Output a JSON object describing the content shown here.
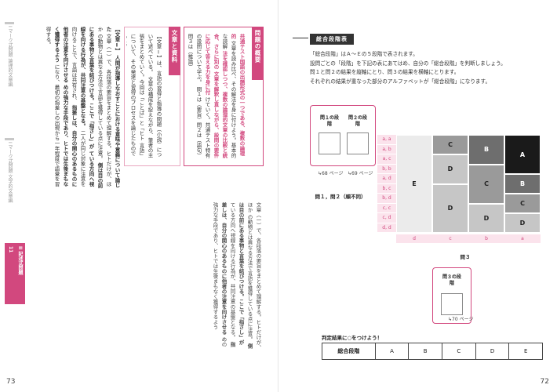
{
  "left_page": {
    "page_number": "73",
    "side_tabs": [
      "I マーク式問題 論理的文章編",
      "I マーク式問題 文学的文章編",
      "II 記述式問題",
      "11"
    ],
    "outline_box": {
      "title": "問題の概要",
      "lines": [
        "共通テスト国語の出題形式の一つである、複数の論理的",
        "文章を読み比べ、その解法を身に付けよう。基本的な読解",
        "法を確認しつつ、複数の論理的文章の比較と統合、さらに別の",
        "文章を解釈し直しながら、設問の要件に応じて答える力を身に付",
        "けていく。共通テスト特有の設問について学ぶ。",
        "問１は（要旨）問２は（語句）問３は（推論）"
      ]
    },
    "material_box": {
      "title": "文章と資料",
      "lines": [
        "【文章Ⅰ】は、言語の習得と指導の問題（小説）について述べている。",
        "文章の構成を捉えながら、筆者の主張をまとめていく。今回は「ことば」と「ヒト",
        "言語」について、その発達と習得のプロセスを論じたものである。"
      ]
    },
    "body_lines": [
      "【文章Ⅰ】",
      "人間が指導しなおすことにおける意味や意義について論じた",
      "文章（一）で、各段落の要旨をまとめて理解する。ヒトだけが、ほか",
      "の動物とは異なる方法で言語を獲得している点に注意。",
      "側は目の前にある事物と言葉を結びつける。ここで「指さし」が",
      "ている方向へ視線を向ける行為が、共同注意の基盤となる。",
      "二人が同じ対象に注意を向けることで、言語は共有され、",
      "指差しは、自分の関心のあるものに他者の注意を向けさせる",
      "めの強力な手段であり、ヒトでは生後まもなく獲得するよう",
      "になり、最初の指差しの出現から一年程度で語彙を習得する。"
    ]
  },
  "right_page": {
    "page_number": "72",
    "summary_title": "総合段階表",
    "intro_lines": [
      "「総合段階」はＡ〜Ｅの５段階で表されます。",
      "設問ごとの「段階」を下記の表にあてはめ、自分の「総合段階」を判断しましょう。",
      "問１と問２の結果を縦軸にとり、問３の結果を横軸にとります。",
      "それぞれの結果が重なった部分のアルファベットが「総合段階」になります。"
    ],
    "q1_label": "問１の段階",
    "q2_label": "問２の段階",
    "q1_ref": "68 ページ",
    "q2_ref": "69 ページ",
    "q3_label": "問３の段階",
    "q3_ref": "70 ページ",
    "axis_vertical": "問１，問２（順不同）",
    "axis_horizontal": "問３",
    "row_labels": [
      "a, a",
      "a, b",
      "a, c",
      "b, b",
      "a, d",
      "b, c",
      "b, d",
      "c, c",
      "c, d",
      "d, d"
    ],
    "col_labels": [
      "d",
      "c",
      "b",
      "a"
    ],
    "grid_letters": [
      "A",
      "B",
      "C",
      "D",
      "E"
    ],
    "judge_label": "判定結果に○をつけよう！",
    "result_header": "総合段階",
    "result_options": [
      "A",
      "B",
      "C",
      "D",
      "E"
    ],
    "colors": {
      "accent": "#d2487e",
      "level_A": "#1a1a1a",
      "level_B": "#6e6e6e",
      "level_C": "#9a9a9a",
      "level_D": "#c6c6c6",
      "level_E": "#ebebeb"
    }
  }
}
